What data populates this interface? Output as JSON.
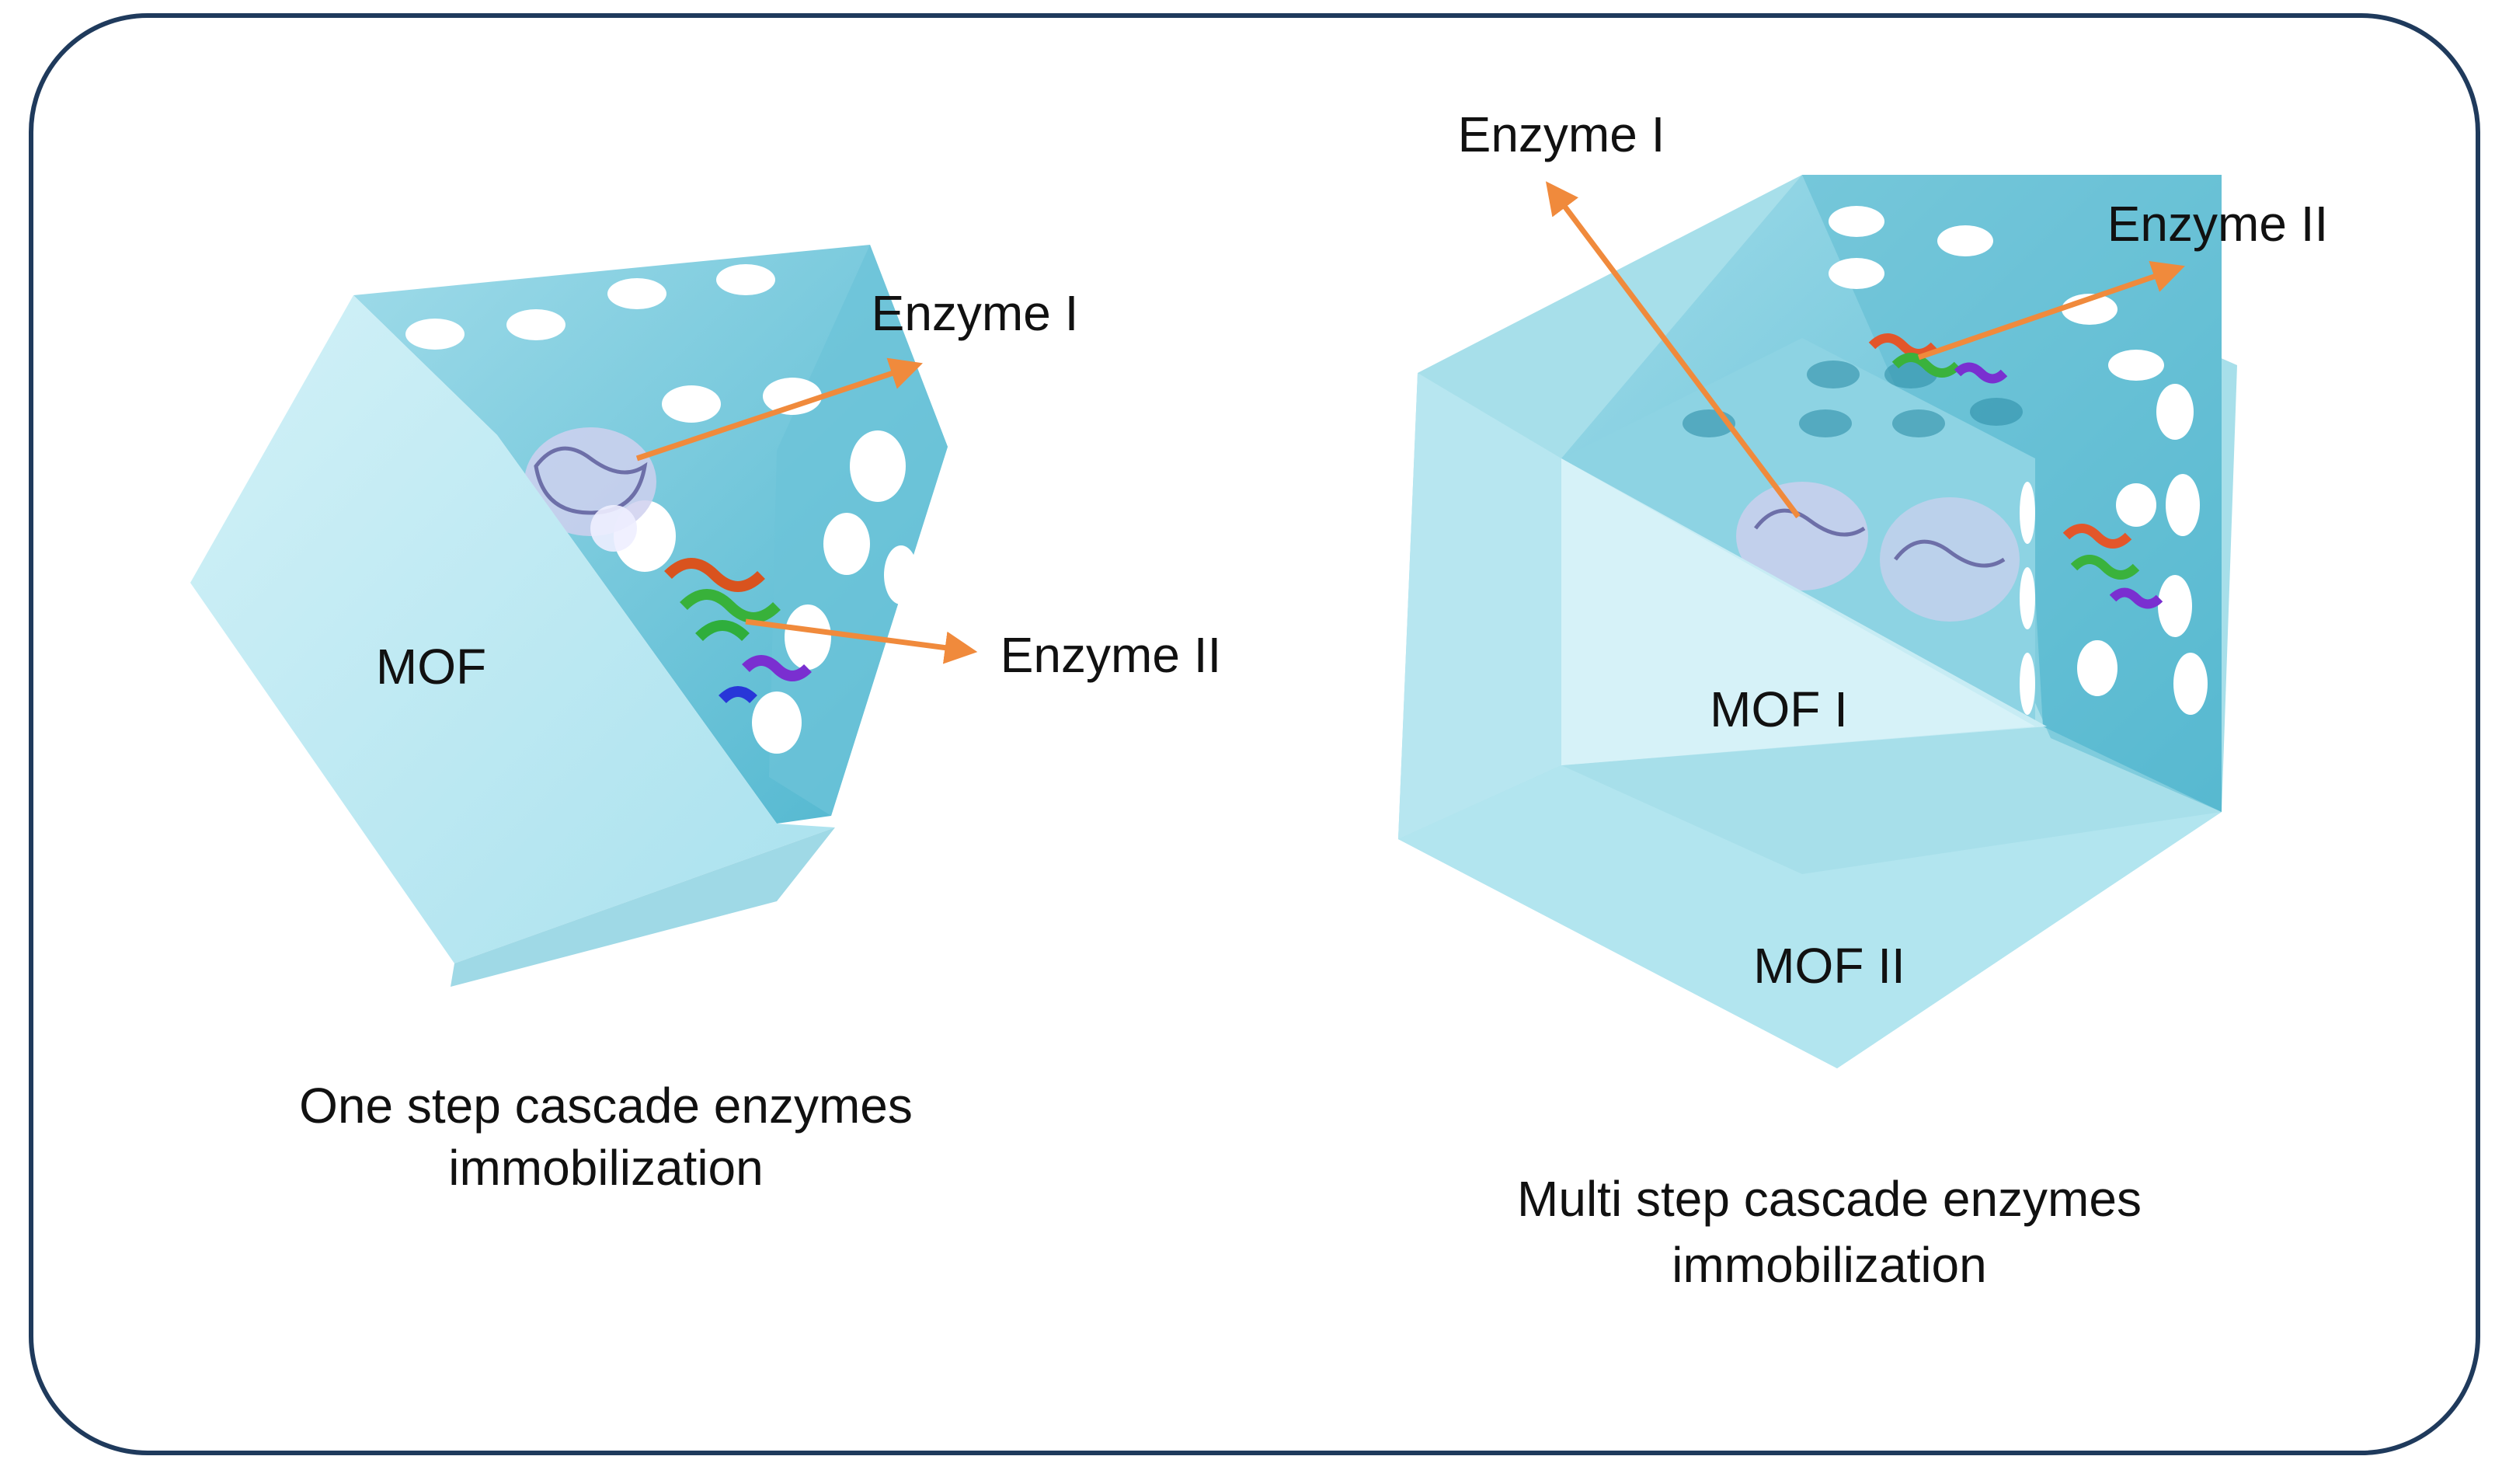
{
  "left_panel": {
    "mof_label": "MOF",
    "enzyme_1_label": "Enzyme I",
    "enzyme_2_label": "Enzyme II",
    "caption_line_1": "One step cascade enzymes",
    "caption_line_2": "immobilization"
  },
  "right_panel": {
    "mof_inner_label": "MOF I",
    "mof_outer_label": "MOF II",
    "enzyme_1_label": "Enzyme I",
    "enzyme_2_label": "Enzyme II",
    "caption_line_1": "Multi step cascade enzymes",
    "caption_line_2": "immobilization"
  },
  "colors": {
    "frame_border": "#1f3a5c",
    "arrow": "#f08a3c",
    "shell_face": "#b9e8f2",
    "inner_wall": "#7fcfe0"
  }
}
